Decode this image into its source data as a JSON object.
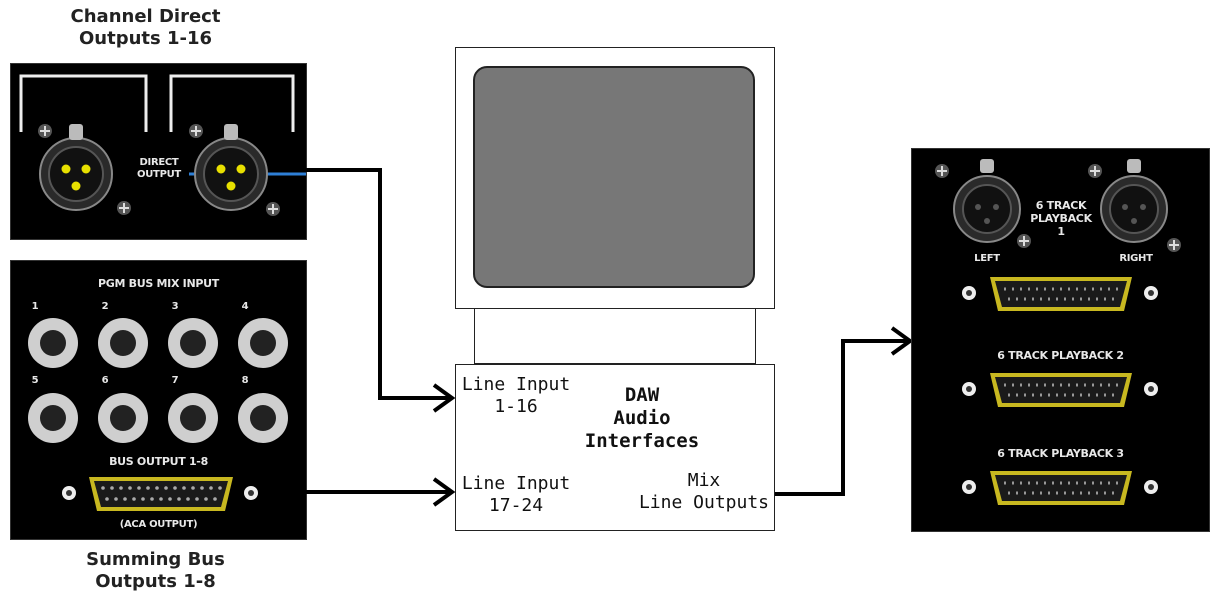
{
  "captions": {
    "direct_line1": "Channel Direct",
    "direct_line2": "Outputs 1-16",
    "summing_line1": "Summing Bus",
    "summing_line2": "Outputs 1-8"
  },
  "direct_panel": {
    "label_line1": "DIRECT",
    "label_line2": "OUTPUT"
  },
  "bus_panel": {
    "title": "PGM BUS MIX INPUT",
    "jack_numbers": [
      "1",
      "2",
      "3",
      "4",
      "5",
      "6",
      "7",
      "8"
    ],
    "output_label": "BUS OUTPUT 1-8",
    "output_sublabel": "(ACA OUTPUT)"
  },
  "daw": {
    "title_line1": "DAW",
    "title_line2": "Audio",
    "title_line3": "Interfaces",
    "input1_line1": "Line Input",
    "input1_line2": "1-16",
    "input2_line1": "Line Input",
    "input2_line2": "17-24",
    "output_line1": "Mix",
    "output_line2": "Line Outputs"
  },
  "playback_panel": {
    "title_line1": "6 TRACK",
    "title_line2": "PLAYBACK",
    "title_line3": "1",
    "left_label": "LEFT",
    "right_label": "RIGHT",
    "playback2": "6 TRACK PLAYBACK 2",
    "playback3": "6 TRACK PLAYBACK 3"
  },
  "colors": {
    "cable": "#2e7fd6",
    "dsub_rim": "#c8b820",
    "jack": "#cfcfcf",
    "monitor_screen": "#777777"
  }
}
